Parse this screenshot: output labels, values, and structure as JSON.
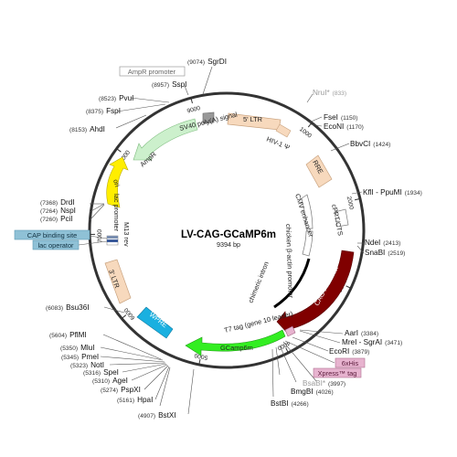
{
  "plasmid": {
    "name": "LV-CAG-GCaMP6m",
    "size": "9394 bp"
  },
  "colors": {
    "backbone": "#333333",
    "ltr": "#f7d9bd",
    "ampr": "#ccf0cc",
    "ori": "#ffee00",
    "cag": "#800000",
    "gcamp": "#33ee22",
    "wpre": "#1ab0e0",
    "sv40": "#999999",
    "lacbox": "#8fc1d6",
    "tagbox": "#e7b3cf"
  },
  "ticks": [
    "1000",
    "2000",
    "3000",
    "4000",
    "5000",
    "6000",
    "7000",
    "8000",
    "9000"
  ],
  "features": [
    {
      "label": "5' LTR"
    },
    {
      "label": "HIV-1 Ψ"
    },
    {
      "label": "RRE"
    },
    {
      "label": "cPPT/CTS"
    },
    {
      "label": "CAG Promoter"
    },
    {
      "label": "T7 tag (gene 10 leader)"
    },
    {
      "label": "GCamp6m"
    },
    {
      "label": "WPRE"
    },
    {
      "label": "3' LTR"
    },
    {
      "label": "M13 rev"
    },
    {
      "label": "lac promoter"
    },
    {
      "label": "ori"
    },
    {
      "label": "AmpR"
    },
    {
      "label": "AmpR promoter"
    },
    {
      "label": "SV40 poly(A) signal"
    },
    {
      "label": "CMV enhancer"
    },
    {
      "label": "chicken β-actin promoter"
    },
    {
      "label": "chimeric intron"
    }
  ],
  "lac_boxes": [
    {
      "label": "CAP binding site"
    },
    {
      "label": "lac operator"
    }
  ],
  "tag_boxes": [
    {
      "label": "6xHis"
    },
    {
      "label": "Xpress™ tag"
    }
  ],
  "sites": [
    {
      "name": "SgrDI",
      "pos": "(9074)"
    },
    {
      "name": "SspI",
      "pos": "(8957)"
    },
    {
      "name": "PvuI",
      "pos": "(8523)"
    },
    {
      "name": "FspI",
      "pos": "(8375)"
    },
    {
      "name": "AhdI",
      "pos": "(8153)"
    },
    {
      "name": "DrdI",
      "pos": "(7368)"
    },
    {
      "name": "NspI",
      "pos": "(7264)"
    },
    {
      "name": "PciI",
      "pos": "(7260)"
    },
    {
      "name": "Bsu36I",
      "pos": "(6083)"
    },
    {
      "name": "PflMI",
      "pos": "(5604)"
    },
    {
      "name": "MluI",
      "pos": "(5350)"
    },
    {
      "name": "PmeI",
      "pos": "(5345)"
    },
    {
      "name": "NotI",
      "pos": "(5323)"
    },
    {
      "name": "SpeI",
      "pos": "(5316)"
    },
    {
      "name": "AgeI",
      "pos": "(5310)"
    },
    {
      "name": "PspXI",
      "pos": "(5274)"
    },
    {
      "name": "HpaI",
      "pos": "(5161)"
    },
    {
      "name": "BstXI",
      "pos": "(4907)"
    },
    {
      "name": "NruI*",
      "pos": "(833)"
    },
    {
      "name": "FseI",
      "pos": "(1150)"
    },
    {
      "name": "EcoNI",
      "pos": "(1170)"
    },
    {
      "name": "BbvCI",
      "pos": "(1424)"
    },
    {
      "name": "KflI - PpuMI",
      "pos": "(1934)"
    },
    {
      "name": "NdeI",
      "pos": "(2413)"
    },
    {
      "name": "SnaBI",
      "pos": "(2519)"
    },
    {
      "name": "AarI",
      "pos": "(3384)"
    },
    {
      "name": "MreI - SgrAI",
      "pos": "(3471)"
    },
    {
      "name": "EcoRI",
      "pos": "(3879)"
    },
    {
      "name": "BsaBI*",
      "pos": "(3997)"
    },
    {
      "name": "BmgBI",
      "pos": "(4026)"
    },
    {
      "name": "BstBI",
      "pos": "(4266)"
    }
  ]
}
